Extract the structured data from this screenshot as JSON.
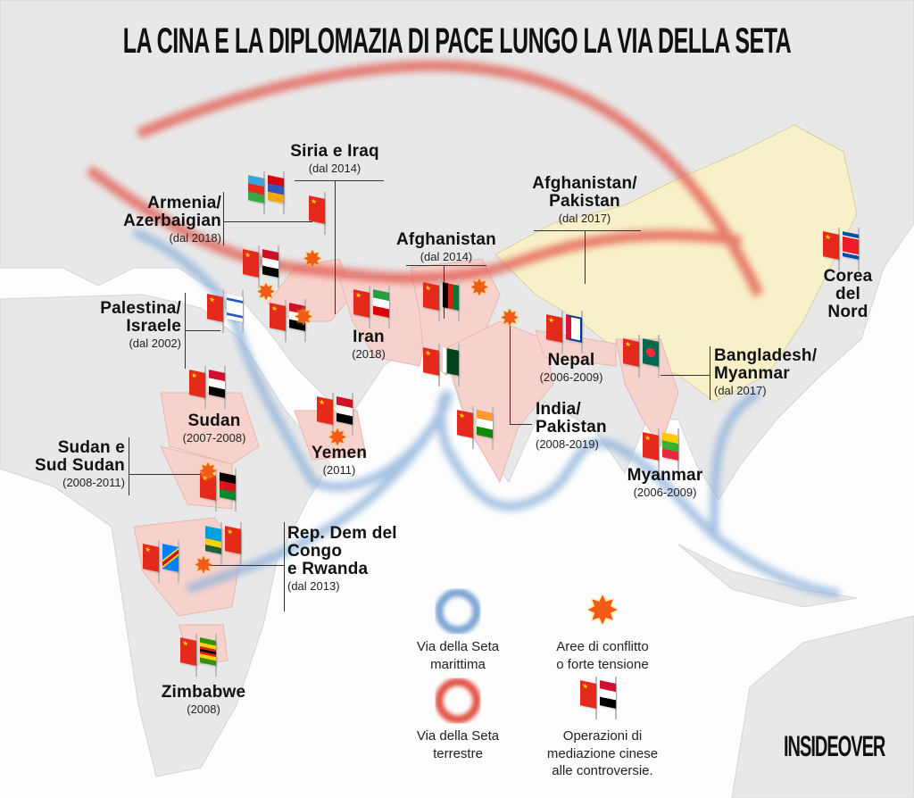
{
  "title": "LA CINA E LA DIPLOMAZIA DI PACE LUNGO LA VIA DELLA SETA",
  "labels": {
    "siria_iraq": {
      "title": "Siria e Iraq",
      "sub": "(dal 2014)"
    },
    "armenia": {
      "title1": "Armenia/",
      "title2": "Azerbaigian",
      "sub": "(dal 2018)"
    },
    "afg_pak": {
      "title1": "Afghanistan/",
      "title2": "Pakistan",
      "sub": "(dal 2017)"
    },
    "afghanistan": {
      "title": "Afghanistan",
      "sub": "(dal 2014)"
    },
    "corea": {
      "title1": "Corea",
      "title2": "del Nord"
    },
    "palestina": {
      "title1": "Palestina/",
      "title2": "Israele",
      "sub": "(dal 2002)"
    },
    "iran": {
      "title": "Iran",
      "sub": "(2018)"
    },
    "nepal": {
      "title": "Nepal",
      "sub": "(2006-2009)"
    },
    "bangladesh": {
      "title1": "Bangladesh/",
      "title2": "Myanmar",
      "sub": "(dal 2017)"
    },
    "sudan": {
      "title": "Sudan",
      "sub": "(2007-2008)"
    },
    "yemen": {
      "title": "Yemen",
      "sub": "(2011)"
    },
    "india": {
      "title1": "India/",
      "title2": "Pakistan",
      "sub": "(2008-2019)"
    },
    "sud_sudan": {
      "title1": "Sudan e",
      "title2": "Sud Sudan",
      "sub": "(2008-2011)"
    },
    "myanmar": {
      "title": "Myanmar",
      "sub": "(2006-2009)"
    },
    "congo": {
      "title1": "Rep. Dem del",
      "title2": "Congo",
      "title3": "e Rwanda",
      "sub": "(dal 2013)"
    },
    "zimbabwe": {
      "title": "Zimbabwe",
      "sub": "(2008)"
    }
  },
  "legend": {
    "sea_route": "Via della Seta marittima",
    "sea_route_1": "Via della Seta",
    "sea_route_2": "marittima",
    "conflict_1": "Aree di conflitto",
    "conflict_2": "o forte tensione",
    "land_route_1": "Via della Seta",
    "land_route_2": "terrestre",
    "mediation_1": "Operazioni di",
    "mediation_2": "mediazione cinese",
    "mediation_3": "alle controversie."
  },
  "logo": "INSIDEOVER",
  "colors": {
    "land": "#e8e8e8",
    "sea": "#fdfdfd",
    "china": "#f8f0c8",
    "mediation": "#f7d2cc",
    "land_route": "#e2574c",
    "sea_route": "#7fa6d4"
  }
}
